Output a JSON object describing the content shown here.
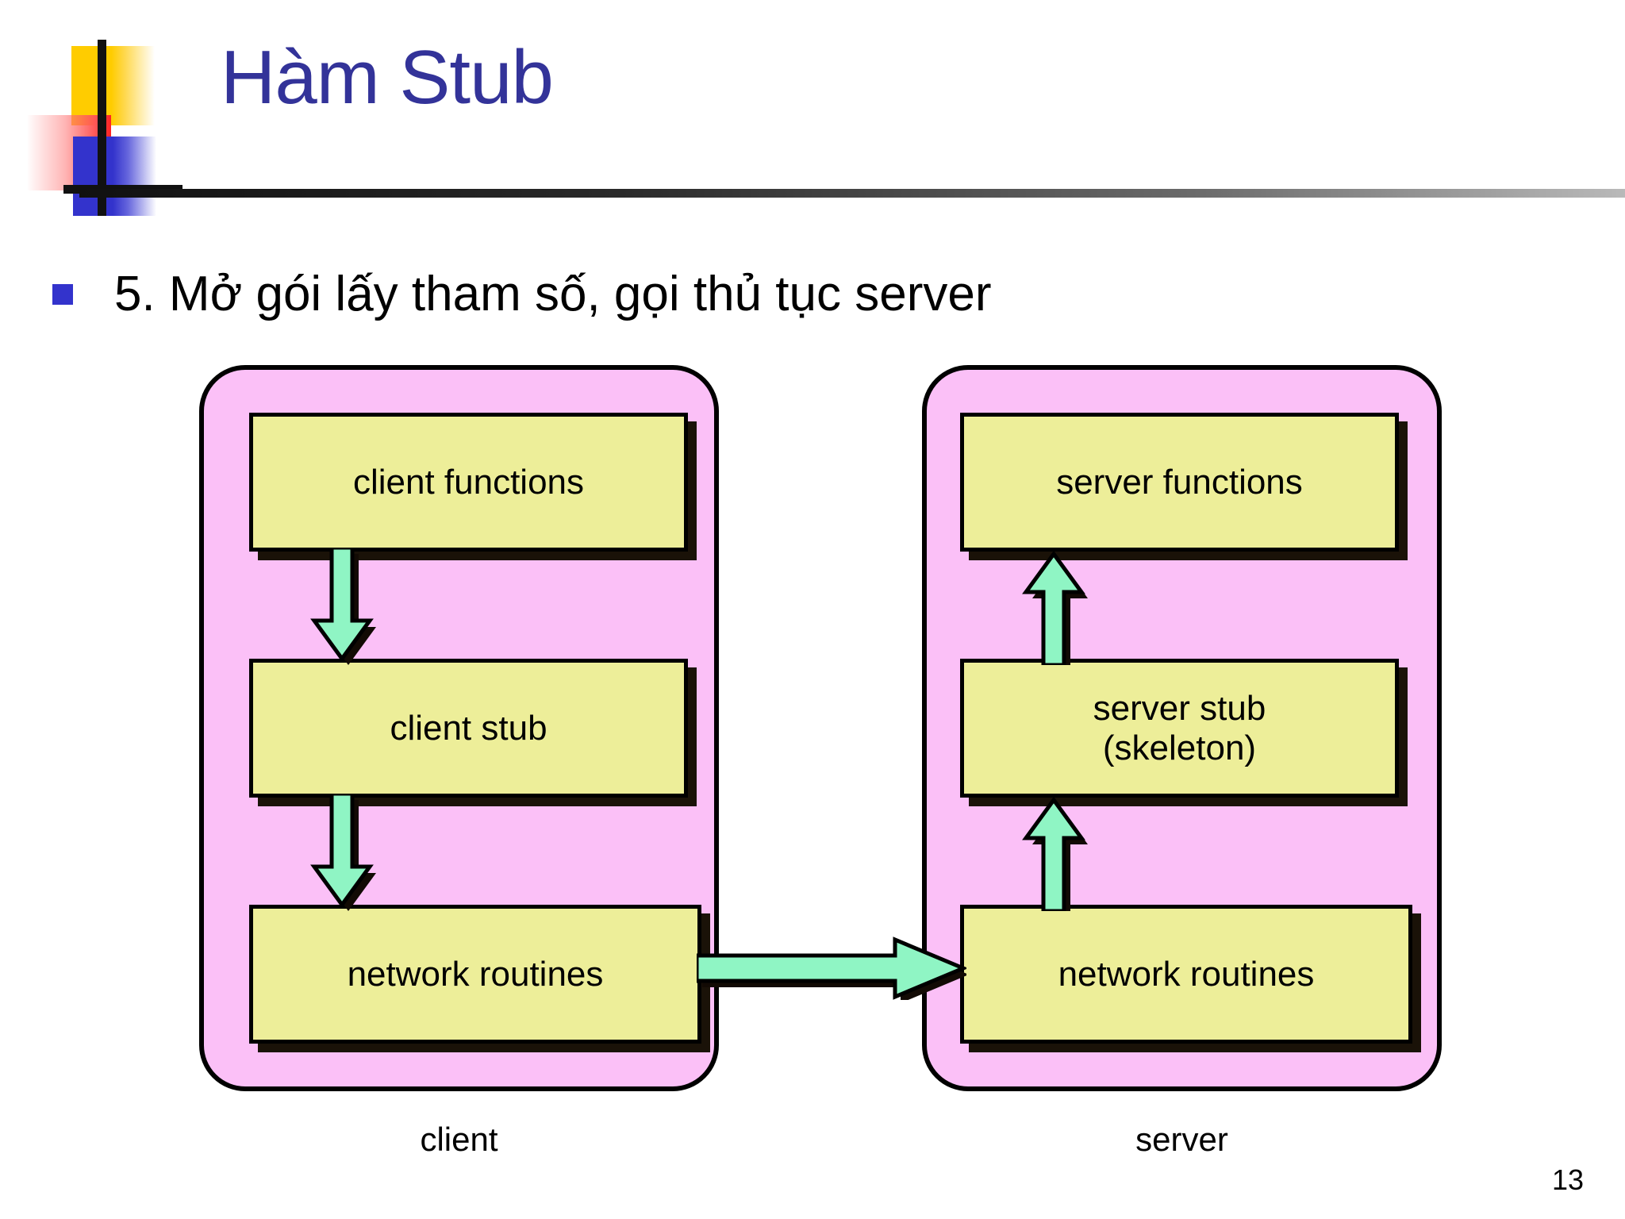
{
  "slide": {
    "title": "Hàm Stub",
    "page_number": "13",
    "title_color": "#333399"
  },
  "bullet": {
    "marker": "square-bullet",
    "text": "5. Mở gói lấy tham số, gọi thủ tục server"
  },
  "diagram": {
    "panels": [
      {
        "id": "client",
        "caption": "client",
        "fill": "#FBC0F7",
        "boxes": [
          {
            "id": "client-functions",
            "label": "client functions"
          },
          {
            "id": "client-stub",
            "label": "client stub"
          },
          {
            "id": "client-network",
            "label": "network routines"
          }
        ]
      },
      {
        "id": "server",
        "caption": "server",
        "fill": "#FBC0F7",
        "boxes": [
          {
            "id": "server-functions",
            "label": "server functions"
          },
          {
            "id": "server-stub",
            "label": "server stub\n(skeleton)"
          },
          {
            "id": "server-network",
            "label": "network routines"
          }
        ]
      }
    ],
    "box_fill": "#EDEE99",
    "arrow_fill": "#8FF5C4",
    "arrows": [
      {
        "id": "client-functions-to-client-stub",
        "direction": "down"
      },
      {
        "id": "client-stub-to-client-network",
        "direction": "down"
      },
      {
        "id": "client-network-to-server-network",
        "direction": "right"
      },
      {
        "id": "server-network-to-server-stub",
        "direction": "up"
      },
      {
        "id": "server-stub-to-server-functions",
        "direction": "up"
      }
    ]
  }
}
